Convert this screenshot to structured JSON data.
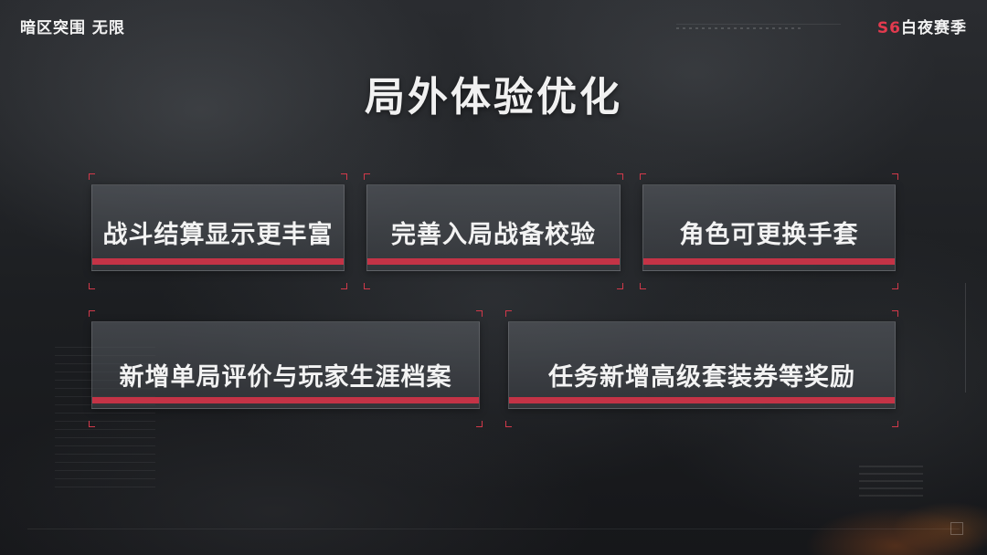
{
  "header": {
    "left_logo": "暗区突围 无限",
    "right_logo_accent": "S6",
    "right_logo_text": "白夜赛季"
  },
  "title": "局外体验优化",
  "cards": [
    "战斗结算显示更丰富",
    "完善入局战备校验",
    "角色可更换手套",
    "新增单局评价与玩家生涯档案",
    "任务新增高级套装券等奖励"
  ],
  "colors": {
    "accent_red": "#c43346",
    "bracket_red": "#d2394a",
    "text": "#f1f1f1",
    "background": "#1c1e21"
  }
}
